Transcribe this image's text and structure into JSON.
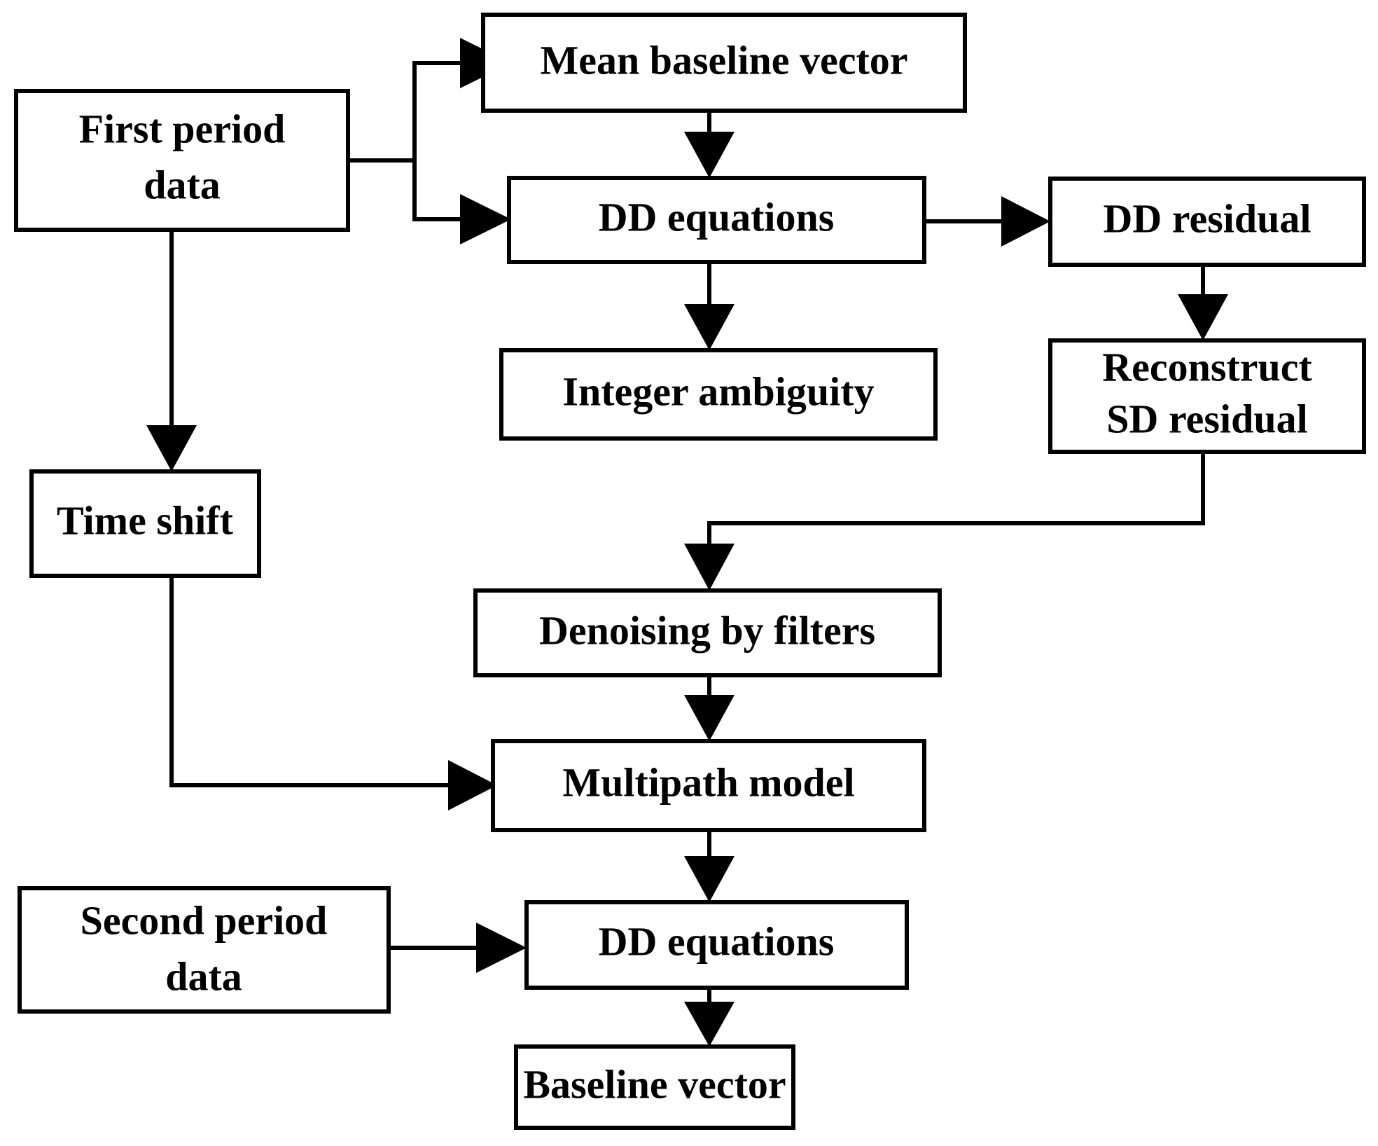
{
  "diagram": {
    "title": "GNSS multipath mitigation processing flowchart",
    "background_color": "#ffffff",
    "line_color": "#000000",
    "text_color": "#000000",
    "nodes": [
      {
        "id": "first-period-data",
        "label": "First period data",
        "line1": "First period",
        "line2": "data"
      },
      {
        "id": "mean-baseline-vector",
        "label": "Mean baseline vector",
        "line1": "Mean baseline vector",
        "line2": ""
      },
      {
        "id": "dd-equations-top",
        "label": "DD equations",
        "line1": "DD equations",
        "line2": ""
      },
      {
        "id": "dd-residual",
        "label": "DD residual",
        "line1": "DD residual",
        "line2": ""
      },
      {
        "id": "integer-ambiguity",
        "label": "Integer ambiguity",
        "line1": "Integer ambiguity",
        "line2": ""
      },
      {
        "id": "reconstruct-sd-residual",
        "label": "Reconstruct SD residual",
        "line1": "Reconstruct",
        "line2": "SD residual"
      },
      {
        "id": "time-shift",
        "label": "Time shift",
        "line1": "Time shift",
        "line2": ""
      },
      {
        "id": "denoising-by-filters",
        "label": "Denoising by filters",
        "line1": "Denoising by filters",
        "line2": ""
      },
      {
        "id": "multipath-model",
        "label": "Multipath model",
        "line1": "Multipath model",
        "line2": ""
      },
      {
        "id": "second-period-data",
        "label": "Second period data",
        "line1": "Second period",
        "line2": "data"
      },
      {
        "id": "dd-equations-bottom",
        "label": "DD equations",
        "line1": "DD equations",
        "line2": ""
      },
      {
        "id": "baseline-vector",
        "label": "Baseline vector",
        "line1": "Baseline vector",
        "line2": ""
      }
    ],
    "edges": [
      {
        "from": "first-period-data",
        "to": "mean-baseline-vector"
      },
      {
        "from": "first-period-data",
        "to": "dd-equations-top"
      },
      {
        "from": "first-period-data",
        "to": "time-shift"
      },
      {
        "from": "mean-baseline-vector",
        "to": "dd-equations-top"
      },
      {
        "from": "dd-equations-top",
        "to": "dd-residual"
      },
      {
        "from": "dd-equations-top",
        "to": "integer-ambiguity"
      },
      {
        "from": "dd-residual",
        "to": "reconstruct-sd-residual"
      },
      {
        "from": "reconstruct-sd-residual",
        "to": "denoising-by-filters"
      },
      {
        "from": "denoising-by-filters",
        "to": "multipath-model"
      },
      {
        "from": "time-shift",
        "to": "multipath-model"
      },
      {
        "from": "multipath-model",
        "to": "dd-equations-bottom"
      },
      {
        "from": "second-period-data",
        "to": "dd-equations-bottom"
      },
      {
        "from": "dd-equations-bottom",
        "to": "baseline-vector"
      }
    ]
  }
}
